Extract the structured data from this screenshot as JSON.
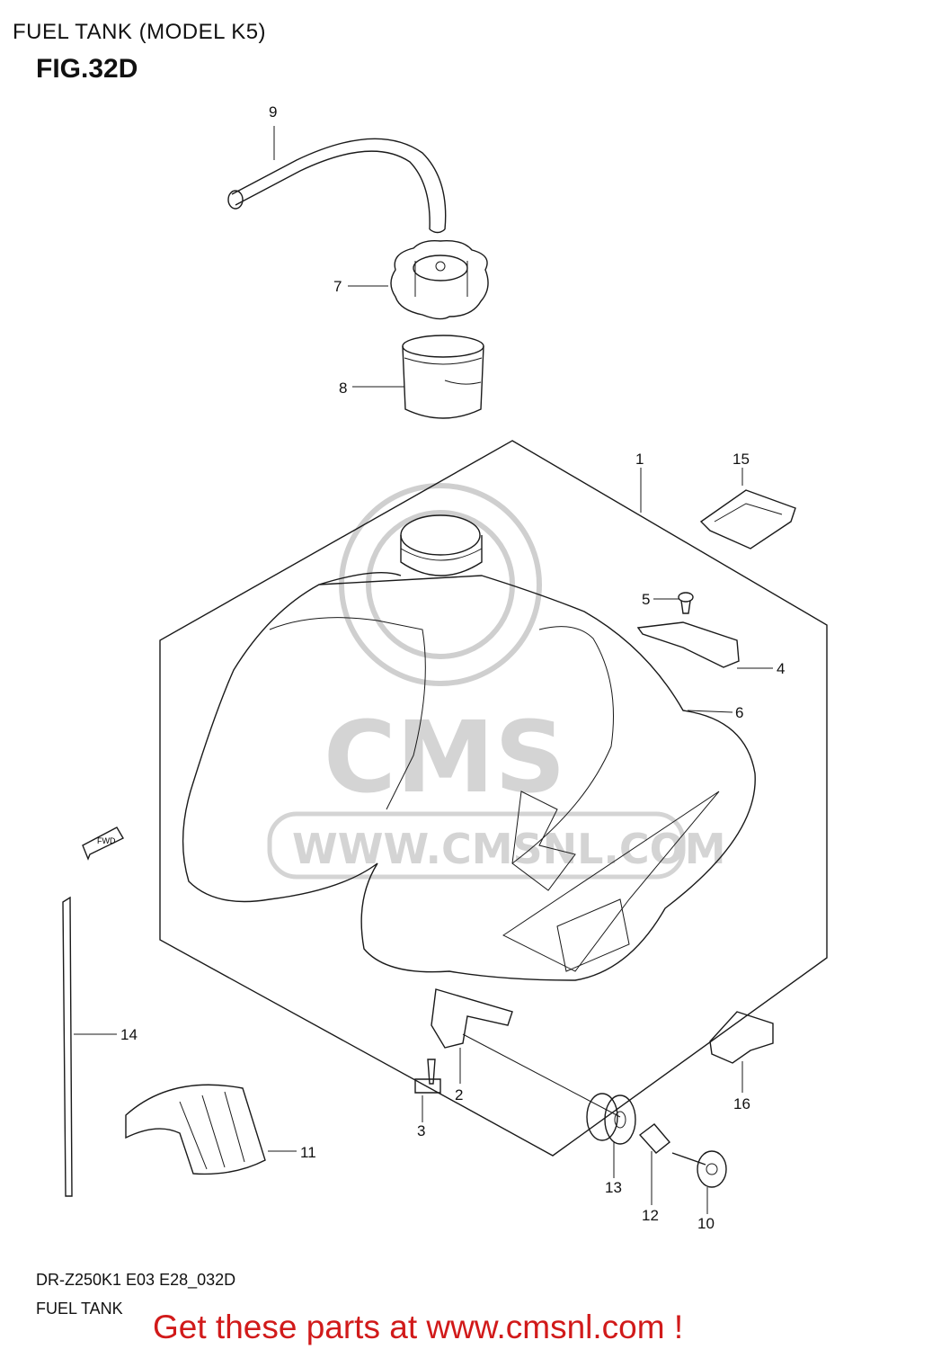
{
  "header": {
    "title": "FUEL TANK (MODEL K5)",
    "figure": "FIG.32D"
  },
  "callouts": [
    {
      "id": "9",
      "label": "9"
    },
    {
      "id": "7",
      "label": "7"
    },
    {
      "id": "8",
      "label": "8"
    },
    {
      "id": "1",
      "label": "1"
    },
    {
      "id": "15",
      "label": "15"
    },
    {
      "id": "5",
      "label": "5"
    },
    {
      "id": "4",
      "label": "4"
    },
    {
      "id": "6",
      "label": "6"
    },
    {
      "id": "14",
      "label": "14"
    },
    {
      "id": "2",
      "label": "2"
    },
    {
      "id": "16",
      "label": "16"
    },
    {
      "id": "3",
      "label": "3"
    },
    {
      "id": "11",
      "label": "11"
    },
    {
      "id": "13",
      "label": "13"
    },
    {
      "id": "12",
      "label": "12"
    },
    {
      "id": "10",
      "label": "10"
    }
  ],
  "direction_arrow": {
    "label": "FWD"
  },
  "watermark": {
    "text": "WWW.CMSNL.COM",
    "logo": "CMS"
  },
  "footer": {
    "code": "DR-Z250K1 E03 E28_032D",
    "name": "FUEL TANK",
    "promo": "Get these parts at www.cmsnl.com !",
    "promo_color": "#d11a1a"
  }
}
